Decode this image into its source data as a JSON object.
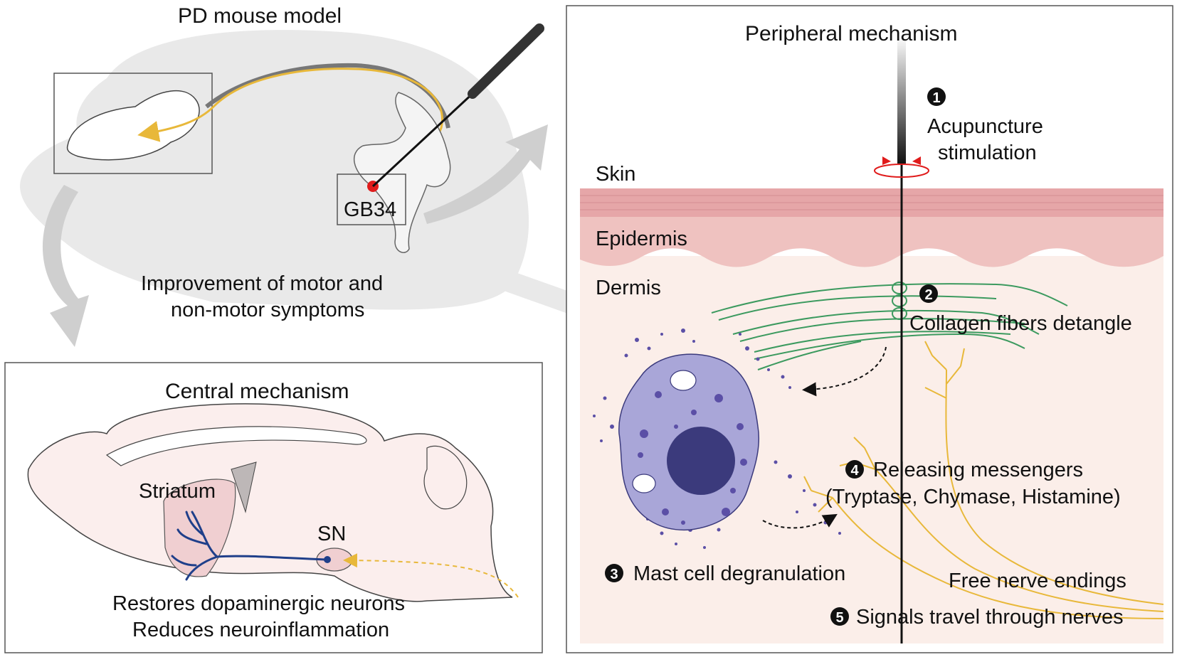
{
  "mouse_panel": {
    "title": "PD mouse model",
    "acupoint": "GB34",
    "effect_line1": "Improvement of motor and",
    "effect_line2": "non-motor symptoms"
  },
  "central_panel": {
    "title": "Central mechanism",
    "striatum": "Striatum",
    "sn": "SN",
    "result_line1": "Restores dopaminergic neurons",
    "result_line2": "Reduces neuroinflammation"
  },
  "peripheral_panel": {
    "title": "Peripheral mechanism",
    "layers": {
      "skin": "Skin",
      "epidermis": "Epidermis",
      "dermis": "Dermis"
    },
    "steps": [
      {
        "num": "1",
        "line1": "Acupuncture",
        "line2": "stimulation"
      },
      {
        "num": "2",
        "line1": "Collagen fibers detangle"
      },
      {
        "num": "3",
        "line1": "Mast cell degranulation"
      },
      {
        "num": "4",
        "line1": "Releasing messengers",
        "line2": "(Tryptase, Chymase, Histamine)"
      },
      {
        "num": "5",
        "line1": "Signals travel through nerves"
      }
    ],
    "nerve_label": "Free nerve endings"
  },
  "colors": {
    "nerve": "#e8b83a",
    "neuron": "#1f3f8a",
    "mast_cell": "#a9a6d8",
    "nucleus": "#3b3a7c",
    "granule": "#5b4fa6",
    "collagen": "#3c9a5f",
    "skin": "#e6a6a8",
    "epidermis": "#efc2c0",
    "dermis": "#fbeee9",
    "needle_point": "#e01b1b"
  }
}
